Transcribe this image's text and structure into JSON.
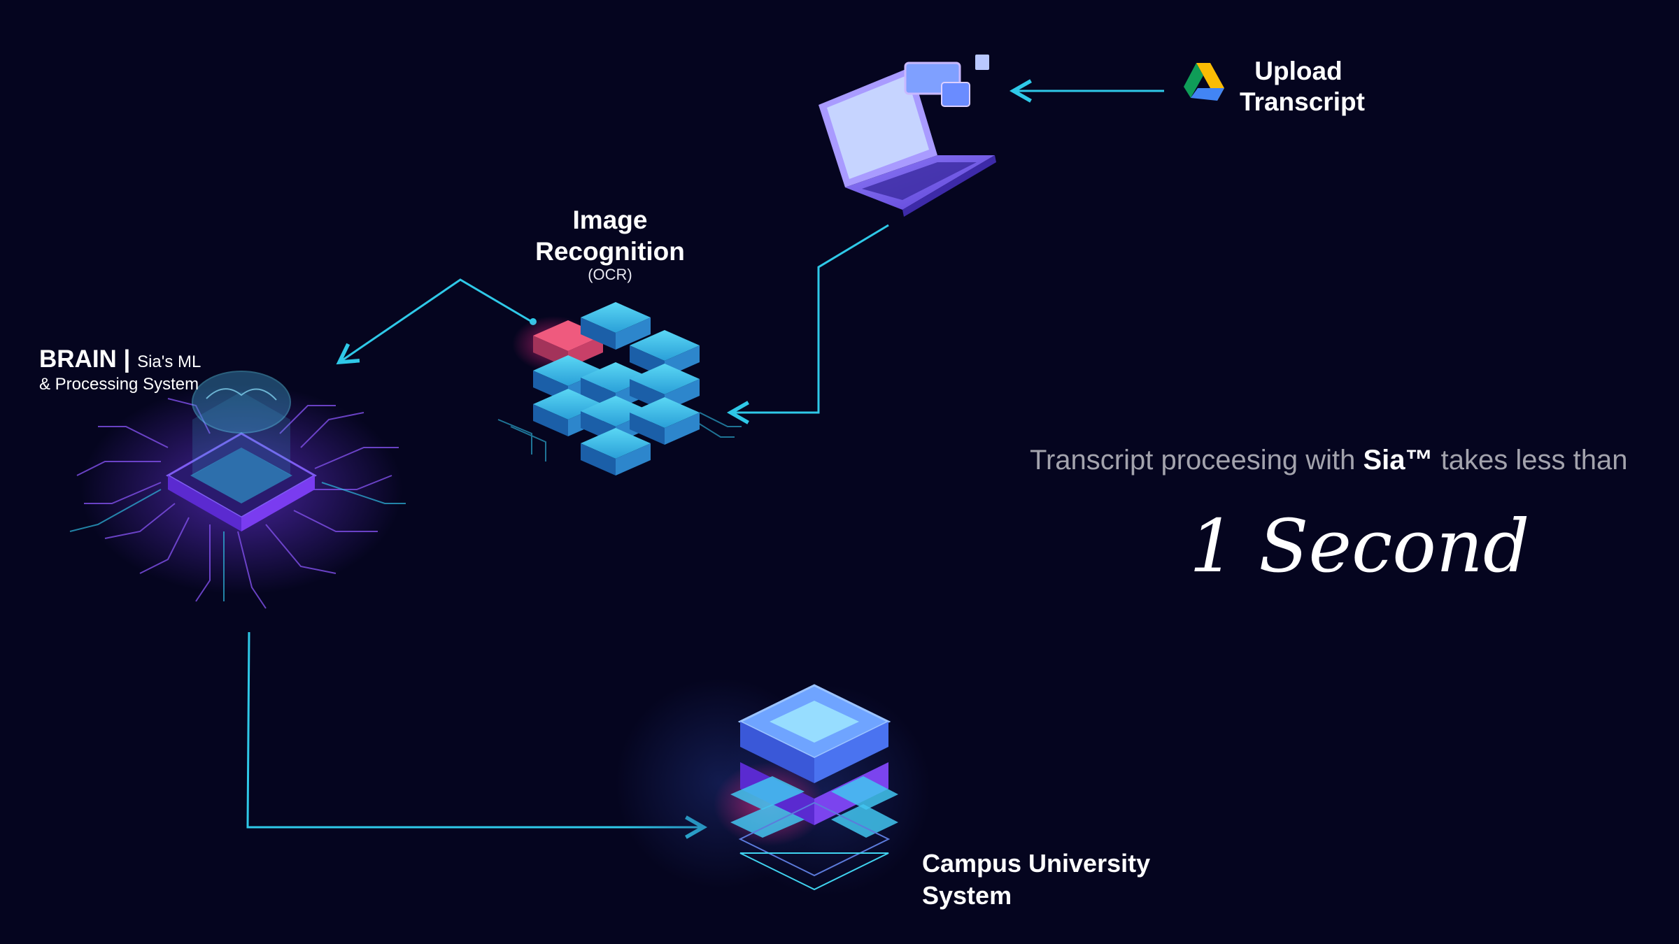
{
  "upload": {
    "line1": "Upload",
    "line2": "Transcript"
  },
  "image_recognition": {
    "line1": "Image",
    "line2": "Recognition",
    "sub": "(OCR)"
  },
  "brain": {
    "title": "BRAIN |",
    "subtitle_line1": "Sia's ML",
    "subtitle_line2": "& Processing System"
  },
  "campus": {
    "line1": "Campus University",
    "line2": "System"
  },
  "tagline": {
    "before": "Transcript proceesing with ",
    "brand": "Sia™",
    "after": " takes less than"
  },
  "headline": {
    "time": "1 Second"
  },
  "colors": {
    "background": "#05051f",
    "connector": "#2fc9e8",
    "accent_purple": "#8a5cf6",
    "accent_pink": "#e0447a"
  },
  "icons": [
    "google-drive-icon",
    "laptop-icon",
    "server-stack-icon",
    "brain-chip-icon",
    "database-server-icon"
  ]
}
